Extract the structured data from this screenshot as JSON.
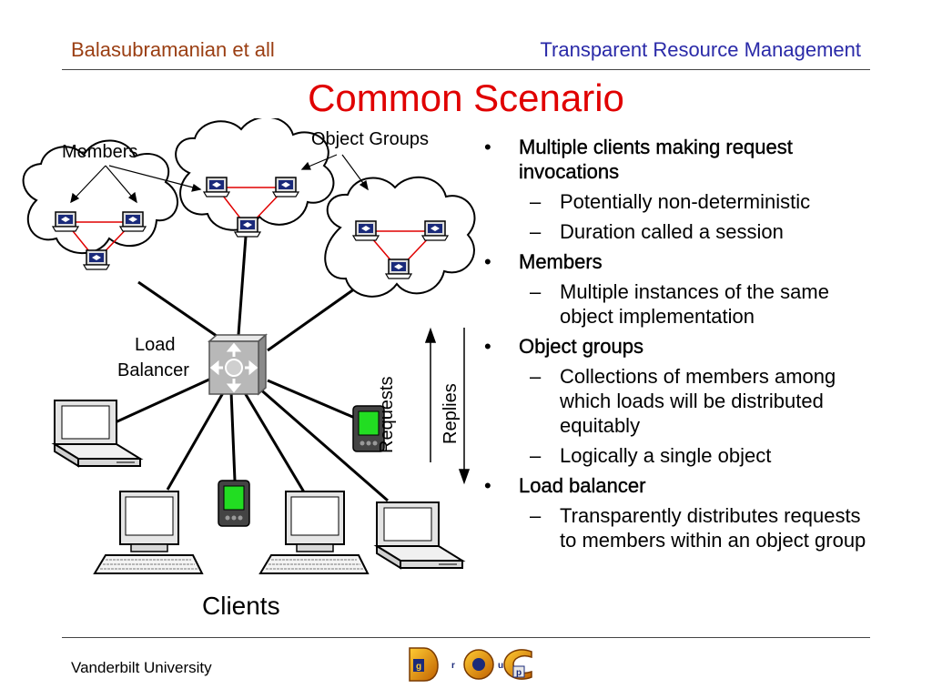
{
  "header": {
    "author": "Balasubramanian et all",
    "topic": "Transparent Resource Management"
  },
  "title": "Common Scenario",
  "diagram": {
    "members_label": "Members",
    "object_groups_label": "Object Groups",
    "load_balancer_label_line1": "Load",
    "load_balancer_label_line2": "Balancer",
    "requests_label": "Requests",
    "replies_label": "Replies",
    "clients_label": "Clients"
  },
  "bullets": [
    {
      "text": "Multiple clients making request invocations",
      "subs": [
        "Potentially non-deterministic",
        "Duration called a session"
      ]
    },
    {
      "text": "Members",
      "subs": [
        "Multiple instances of the same object implementation"
      ]
    },
    {
      "text": "Object groups",
      "subs": [
        "Collections of members among which loads will be distributed equitably",
        "Logically a single object"
      ]
    },
    {
      "text": "Load balancer",
      "subs": [
        "Transparently distributes requests to members within an object group"
      ]
    }
  ],
  "footer": {
    "institution": "Vanderbilt University",
    "logo_letters": [
      "D",
      "g",
      "r",
      "O",
      "u",
      "p",
      "C"
    ]
  },
  "colors": {
    "header_left": "#9a3e12",
    "header_right": "#2a2aa8",
    "title": "#e00000",
    "pda_screen": "#22dd22",
    "link_red": "#e00000"
  }
}
